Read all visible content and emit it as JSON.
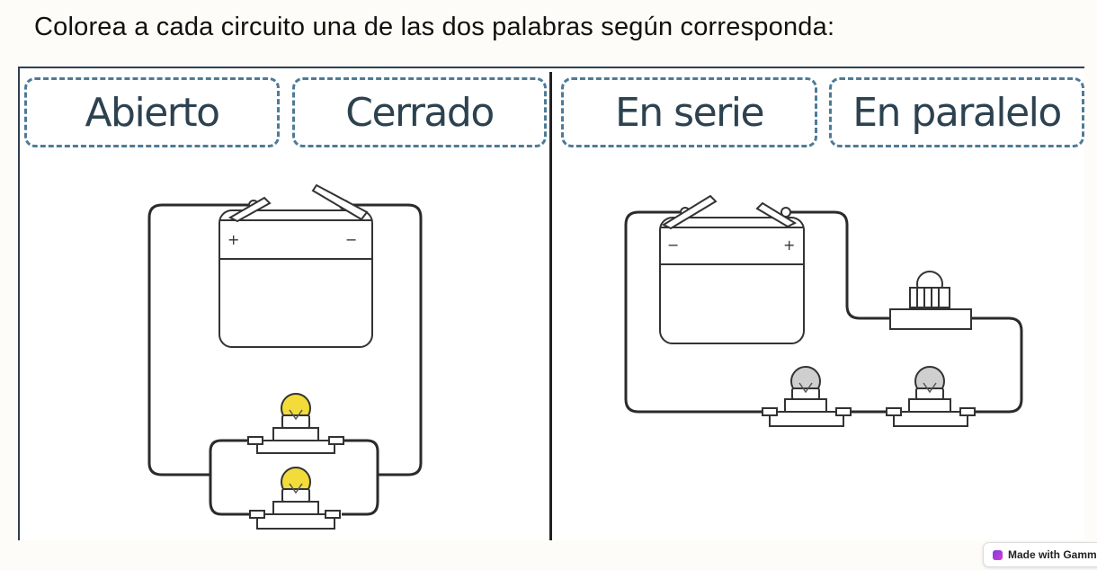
{
  "title": "Colorea a cada circuito una de las dos palabras según corresponda:",
  "left_panel": {
    "options": [
      "Abierto",
      "Cerrado"
    ],
    "battery": {
      "plus": "+",
      "minus": "−"
    }
  },
  "right_panel": {
    "options": [
      "En serie",
      "En paralelo"
    ],
    "battery": {
      "minus": "−",
      "plus": "+"
    }
  },
  "colors": {
    "bulb_lit": "#f3dc3a",
    "bulb_unlit": "#cfcfcf",
    "wire": "#2b2b2b",
    "box_border": "#4d7b97"
  },
  "badge": {
    "label": "Made with Gamma",
    "icon": "gamma-logo-icon"
  }
}
